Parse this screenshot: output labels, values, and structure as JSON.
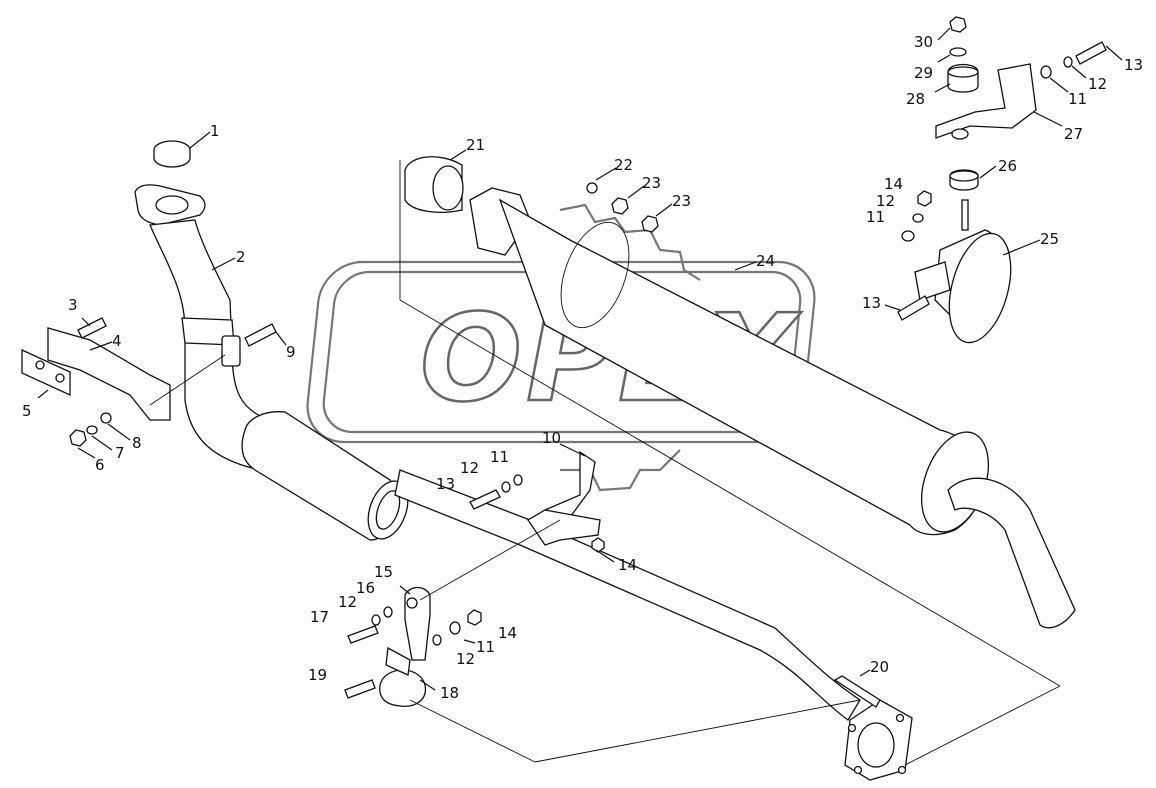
{
  "watermark": {
    "text": "OPEX"
  },
  "callouts": [
    {
      "id": "c1",
      "text": "1"
    },
    {
      "id": "c2",
      "text": "2"
    },
    {
      "id": "c3",
      "text": "3"
    },
    {
      "id": "c4",
      "text": "4"
    },
    {
      "id": "c5",
      "text": "5"
    },
    {
      "id": "c6",
      "text": "6"
    },
    {
      "id": "c7",
      "text": "7"
    },
    {
      "id": "c8",
      "text": "8"
    },
    {
      "id": "c9",
      "text": "9"
    },
    {
      "id": "c10",
      "text": "10"
    },
    {
      "id": "c11a",
      "text": "11"
    },
    {
      "id": "c12a",
      "text": "12"
    },
    {
      "id": "c13a",
      "text": "13"
    },
    {
      "id": "c14a",
      "text": "14"
    },
    {
      "id": "c15",
      "text": "15"
    },
    {
      "id": "c16",
      "text": "16"
    },
    {
      "id": "c12b",
      "text": "12"
    },
    {
      "id": "c17",
      "text": "17"
    },
    {
      "id": "c11b",
      "text": "11"
    },
    {
      "id": "c14b",
      "text": "14"
    },
    {
      "id": "c12c",
      "text": "12"
    },
    {
      "id": "c19",
      "text": "19"
    },
    {
      "id": "c18",
      "text": "18"
    },
    {
      "id": "c20",
      "text": "20"
    },
    {
      "id": "c21",
      "text": "21"
    },
    {
      "id": "c22",
      "text": "22"
    },
    {
      "id": "c23a",
      "text": "23"
    },
    {
      "id": "c23b",
      "text": "23"
    },
    {
      "id": "c24",
      "text": "24"
    },
    {
      "id": "c30",
      "text": "30"
    },
    {
      "id": "c29",
      "text": "29"
    },
    {
      "id": "c28",
      "text": "28"
    },
    {
      "id": "c13b",
      "text": "13"
    },
    {
      "id": "c12d",
      "text": "12"
    },
    {
      "id": "c11c",
      "text": "11"
    },
    {
      "id": "c27",
      "text": "27"
    },
    {
      "id": "c26",
      "text": "26"
    },
    {
      "id": "c14c",
      "text": "14"
    },
    {
      "id": "c12e",
      "text": "12"
    },
    {
      "id": "c11d",
      "text": "11"
    },
    {
      "id": "c25",
      "text": "25"
    },
    {
      "id": "c13c",
      "text": "13"
    }
  ]
}
